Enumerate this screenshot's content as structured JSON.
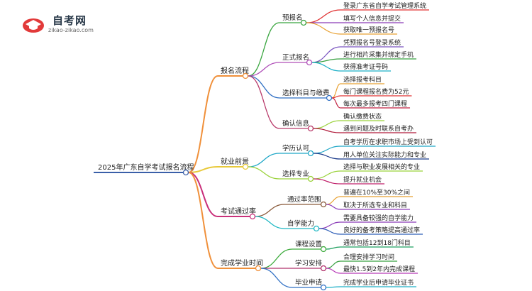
{
  "logo": {
    "title": "自考网",
    "subtitle": "zikao-zikao.com"
  },
  "root": "2025年广东自学考试报名流程",
  "colors": {
    "root": "#3a5fa8",
    "branch1": "#f0903a",
    "branch2": "#e8c93a",
    "branch3": "#c9307a",
    "branch4": "#f0903a",
    "sub_registration": [
      "#38a53e",
      "#b04fb8",
      "#2f6fc4",
      "#b83a6a"
    ],
    "sub_employment": [
      "#1fa7c7",
      "#9ad23a"
    ],
    "sub_passrate": [
      "#8a5a3a",
      "#1fb8c4"
    ],
    "sub_completion": [
      "#3aaa3a",
      "#b0306a",
      "#2f6fc4"
    ],
    "leaves_a": [
      "#e03030",
      "#8a3ab8",
      "#e8a030"
    ],
    "leaves_b": [
      "#7a55c0",
      "#38a040",
      "#1fb0c8"
    ],
    "leaves_c": [
      "#e8a030",
      "#e03030",
      "#c02040"
    ],
    "leaves_d": [
      "#9ad23a",
      "#b01a3a"
    ],
    "leaves_e": [
      "#1fa7c7",
      "#1a3a8a"
    ],
    "leaves_f": [
      "#9ad23a",
      "#c0206a"
    ],
    "leaves_g": [
      "#e8a030",
      "#8a3ab8"
    ],
    "leaves_h": [
      "#8a3ab8",
      "#2f5fb8"
    ],
    "leaf_single_1": "#1fa060",
    "leaves_i": [
      "#38a040",
      "#b83ab8"
    ],
    "leaf_single_2": "#1fb0c8"
  },
  "branches": [
    {
      "label": "报名流程",
      "children": [
        {
          "label": "预报名",
          "leaves": [
            "登录广东省自学考试管理系统",
            "填写个人信息并提交",
            "获取唯一预报名号"
          ]
        },
        {
          "label": "正式报名",
          "leaves": [
            "凭预报名号登录系统",
            "进行相片采集并绑定手机",
            "获得准考证号码"
          ]
        },
        {
          "label": "选择科目与缴费",
          "leaves": [
            "选择报考科目",
            "每门课程报名费为52元",
            "每次最多报考四门课程"
          ]
        },
        {
          "label": "确认信息",
          "leaves": [
            "确认缴费状态",
            "遇到问题及时联系自考办"
          ]
        }
      ]
    },
    {
      "label": "就业前景",
      "children": [
        {
          "label": "学历认可",
          "leaves": [
            "自考学历在求职市场上受到认可",
            "用人单位关注实际能力和专业"
          ]
        },
        {
          "label": "选择专业",
          "leaves": [
            "选择与职业发展相关的专业",
            "提升就业机会"
          ]
        }
      ]
    },
    {
      "label": "考试通过率",
      "children": [
        {
          "label": "通过率范围",
          "leaves": [
            "普遍在10%至30%之间",
            "取决于所选专业和科目"
          ]
        },
        {
          "label": "自学能力",
          "leaves": [
            "需要具备较强的自学能力",
            "良好的备考策略提高通过率"
          ]
        }
      ]
    },
    {
      "label": "完成学业时间",
      "children": [
        {
          "label": "课程设置",
          "leaves": [
            "通常包括12到18门科目"
          ]
        },
        {
          "label": "学习安排",
          "leaves": [
            "合理安排学习时间",
            "最快1.5到2年内完成课程"
          ]
        },
        {
          "label": "毕业申请",
          "leaves": [
            "完成学业后申请毕业证书"
          ]
        }
      ]
    }
  ]
}
